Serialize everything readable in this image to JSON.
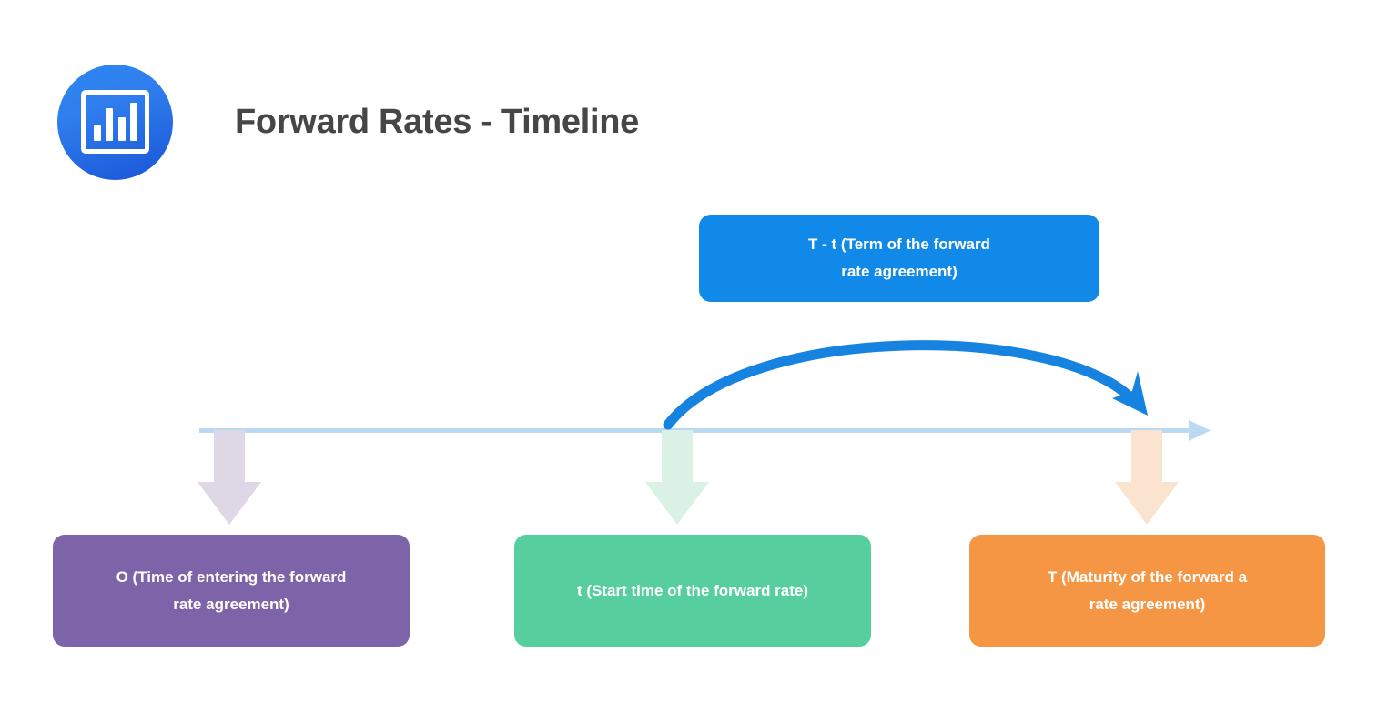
{
  "header": {
    "title": "Forward Rates - Timeline",
    "logo_icon": "bar-chart-icon"
  },
  "colors": {
    "blue_box": "#1189e8",
    "purple_box": "#7d63a8",
    "green_box": "#56ce9e",
    "orange_box": "#f59644",
    "timeline_line": "#bcd9f4",
    "curve_arrow": "#1783e0",
    "title_text": "#464646",
    "background": "#ffffff",
    "arrow_purple_tint": "#ddd7e6",
    "arrow_green_tint": "#dcf1e5",
    "arrow_orange_tint": "#fbe4cf"
  },
  "diagram": {
    "term_box": {
      "line1": "T - t (Term of the forward",
      "line2": "rate agreement)"
    },
    "markers": [
      {
        "id": "t0",
        "line1": "O (Time of entering the forward",
        "line2": "rate agreement)"
      },
      {
        "id": "t-start",
        "line1": "t (Start time of the forward rate)",
        "line2": ""
      },
      {
        "id": "t-maturity",
        "line1": "T (Maturity of the forward a",
        "line2": "rate agreement)"
      }
    ]
  }
}
